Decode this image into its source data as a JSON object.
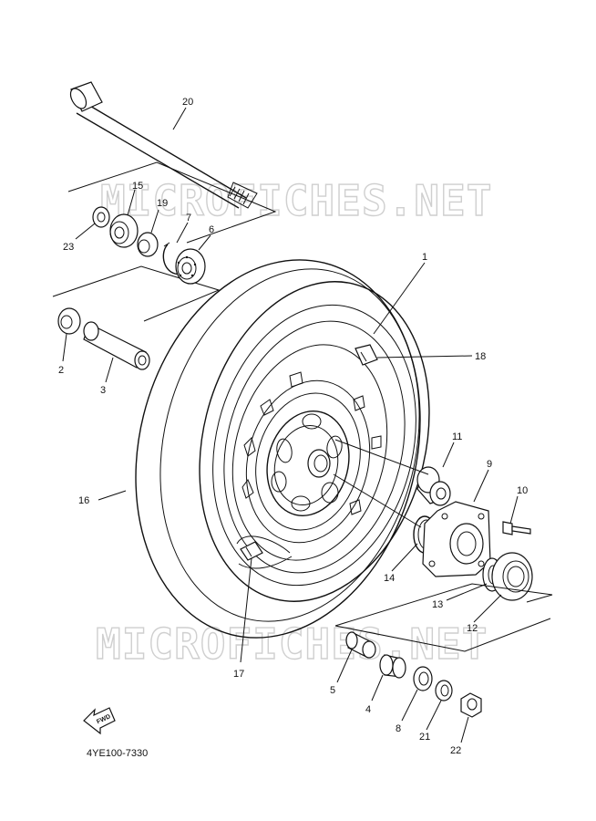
{
  "watermarks": [
    "MICROFICHES.NET",
    "MICROFICHES.NET"
  ],
  "diagram_code": "4YE100-7330",
  "fwd_label": "FWD",
  "callouts": {
    "c1": "1",
    "c2": "2",
    "c3": "3",
    "c4": "4",
    "c5": "5",
    "c6": "6",
    "c7": "7",
    "c8": "8",
    "c9": "9",
    "c10": "10",
    "c11": "11",
    "c12": "12",
    "c13": "13",
    "c14": "14",
    "c15": "15",
    "c16": "16",
    "c17": "17",
    "c18": "18",
    "c19": "19",
    "c20": "20",
    "c21": "21",
    "c22": "22",
    "c23": "23"
  }
}
